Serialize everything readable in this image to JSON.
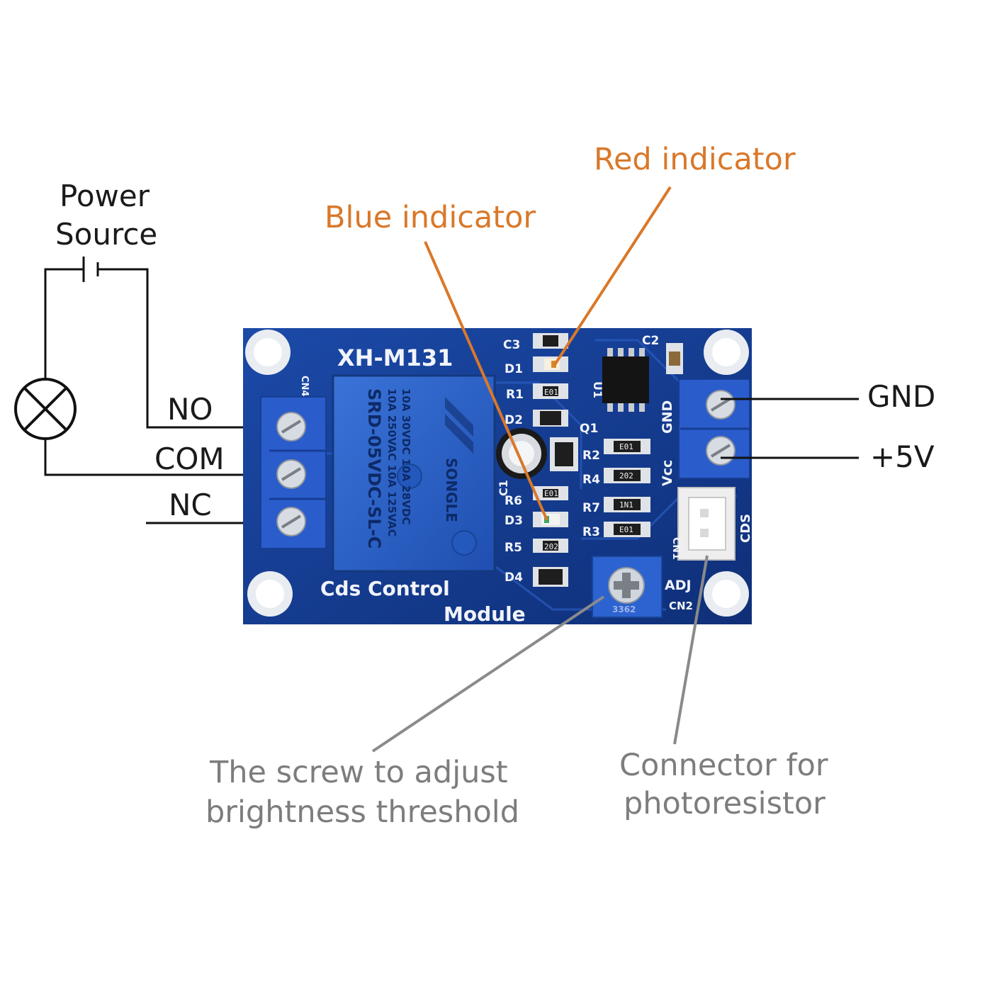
{
  "labels": {
    "power_source": [
      "Power",
      "Source"
    ],
    "no": "NO",
    "com": "COM",
    "nc": "NC",
    "gnd": "GND",
    "plus5v": "+5V",
    "blue_indicator": "Blue indicator",
    "red_indicator": "Red indicator",
    "adjust_screw": [
      "The screw to adjust",
      "brightness threshold"
    ],
    "photoresistor_connector": [
      "Connector for",
      "photoresistor"
    ]
  },
  "board": {
    "model": "XH-M131",
    "name_line1": "Cds  Control",
    "name_line2": "Module",
    "relay": {
      "brand": "SONGLE",
      "model": "SRD-05VDC-SL-C",
      "rating_1": "10A 250VAC 10A 125VAC",
      "rating_2": "10A 30VDC 10A 28VDC"
    },
    "silkscreen": {
      "c3": "C3",
      "d1": "D1",
      "r1": "R1",
      "d2": "D2",
      "q1": "Q1",
      "r2": "R2",
      "r4": "R4",
      "r7": "R7",
      "r3": "R3",
      "r6": "R6",
      "d3": "D3",
      "r5": "R5",
      "d4": "D4",
      "c2": "C2",
      "c1": "C1",
      "u1": "U1",
      "gnd": "GND",
      "vcc": "Vcc",
      "cds": "CDS",
      "cn1": "CN1",
      "cn2": "CN2",
      "adj": "ADJ",
      "cn4": "CN4",
      "pot": "3362"
    },
    "resistor_codes": {
      "r1": "E01",
      "r2": "E01",
      "r4": "202",
      "r7": "1N1",
      "r3": "E01",
      "r5": "202",
      "r6": "E01"
    }
  },
  "colors": {
    "pcb": "#133a8c",
    "terminal": "#2657c4",
    "callout_orange": "#d9782a",
    "callout_gray": "#8a8a8a",
    "wire": "#111111"
  }
}
